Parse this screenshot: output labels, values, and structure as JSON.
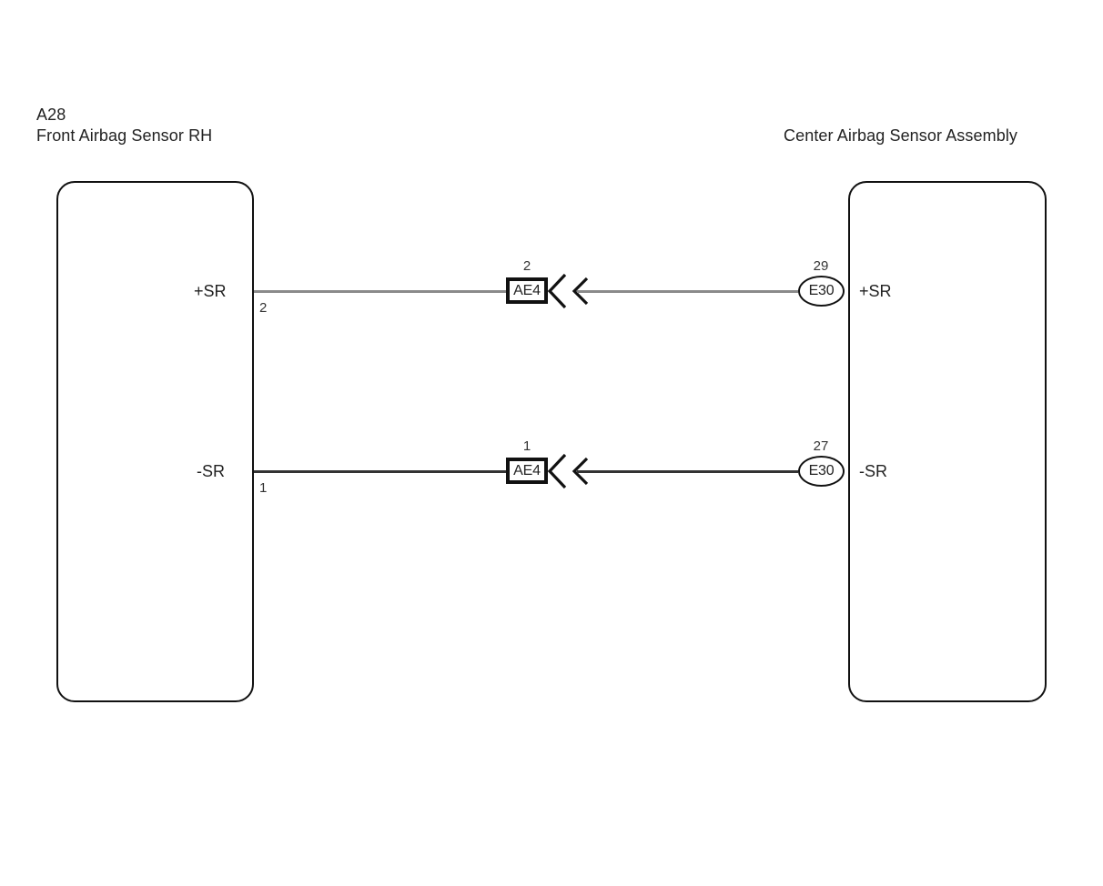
{
  "diagram": {
    "type": "automotive-wiring-diagram",
    "background_color": "#ffffff",
    "line_color": "#111111",
    "wire_color_upper": "#8a8a8a",
    "wire_color_lower": "#333333"
  },
  "left_component": {
    "code": "A28",
    "name": "Front Airbag Sensor RH",
    "terminals": [
      {
        "signal": "+SR",
        "pin": "2"
      },
      {
        "signal": "-SR",
        "pin": "1"
      }
    ]
  },
  "right_component": {
    "code": "",
    "name": "Center Airbag Sensor Assembly",
    "terminals": [
      {
        "signal": "+SR",
        "pin": "29",
        "connector": "E30"
      },
      {
        "signal": "-SR",
        "pin": "27",
        "connector": "E30"
      }
    ]
  },
  "inline_connectors": [
    {
      "label": "AE4",
      "pin": "2",
      "row": "upper"
    },
    {
      "label": "AE4",
      "pin": "1",
      "row": "lower"
    }
  ],
  "wires": [
    {
      "from": "A28 pin 2 (+SR)",
      "through": "AE4 pin 2",
      "to": "E30 pin 29 (+SR)",
      "color": "#8a8a8a"
    },
    {
      "from": "A28 pin 1 (-SR)",
      "through": "AE4 pin 1",
      "to": "E30 pin 27 (-SR)",
      "color": "#333333"
    }
  ]
}
